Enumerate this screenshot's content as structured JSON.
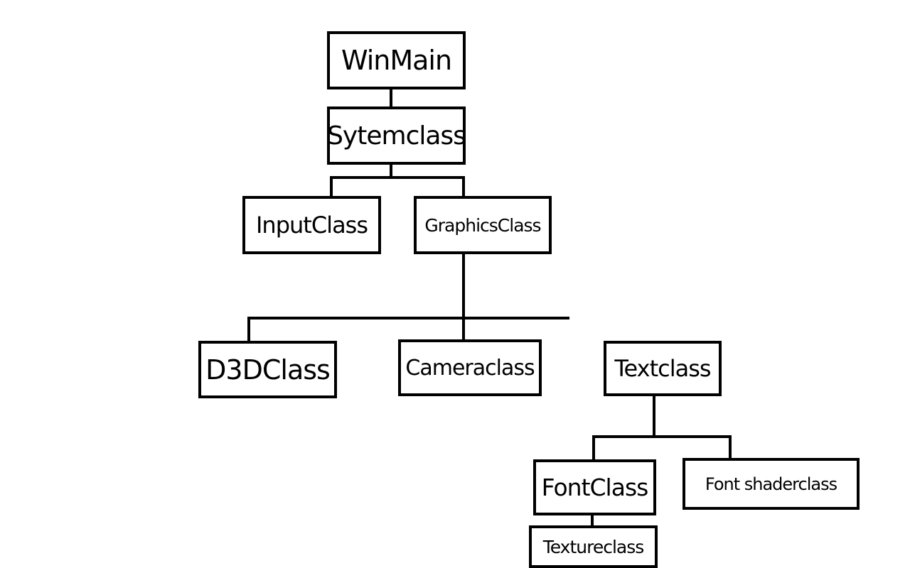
{
  "diagram": {
    "nodes": [
      {
        "id": "winmain",
        "label": "WinMain"
      },
      {
        "id": "systemclass",
        "label": "Sytemclass"
      },
      {
        "id": "inputclass",
        "label": "InputClass"
      },
      {
        "id": "graphicsclass",
        "label": "GraphicsClass"
      },
      {
        "id": "d3dclass",
        "label": "D3DClass"
      },
      {
        "id": "cameraclass",
        "label": "Cameraclass"
      },
      {
        "id": "textclass",
        "label": "Textclass"
      },
      {
        "id": "fontclass",
        "label": "FontClass"
      },
      {
        "id": "fontshaderclass",
        "label": "Font shaderclass"
      },
      {
        "id": "textureclass",
        "label": "Textureclass"
      }
    ],
    "edges": [
      {
        "from": "winmain",
        "to": "systemclass"
      },
      {
        "from": "systemclass",
        "to": "inputclass"
      },
      {
        "from": "systemclass",
        "to": "graphicsclass"
      },
      {
        "from": "graphicsclass",
        "to": "d3dclass"
      },
      {
        "from": "graphicsclass",
        "to": "cameraclass"
      },
      {
        "from": "textclass",
        "to": "fontclass"
      },
      {
        "from": "textclass",
        "to": "fontshaderclass"
      },
      {
        "from": "fontclass",
        "to": "textureclass"
      }
    ]
  }
}
